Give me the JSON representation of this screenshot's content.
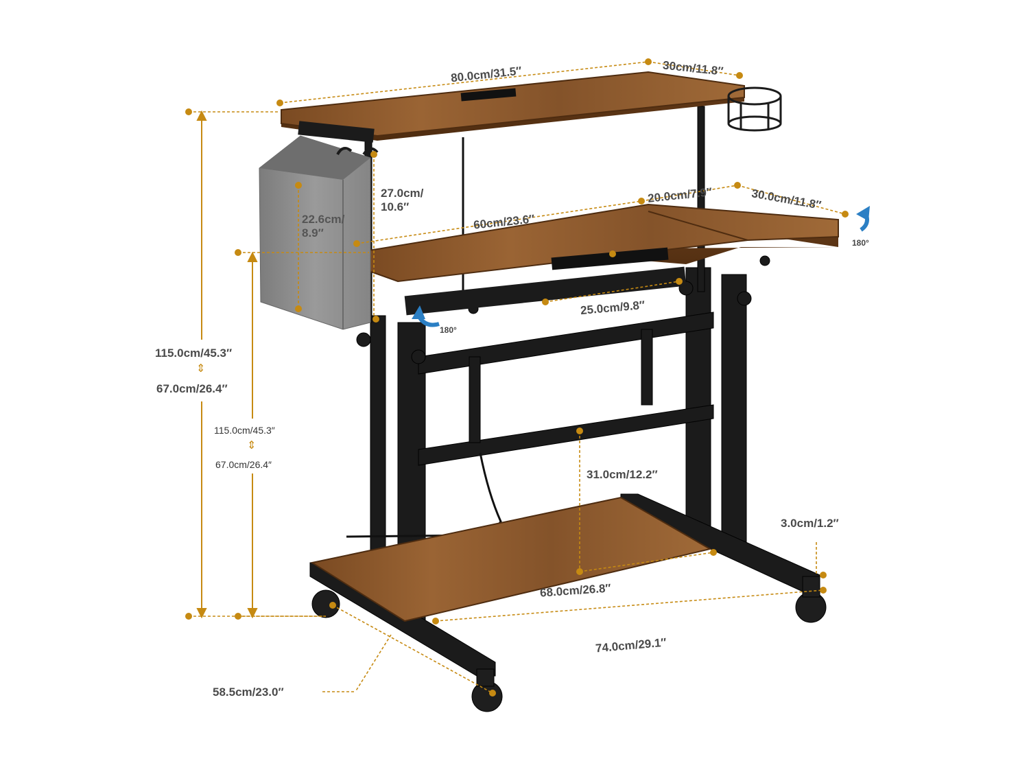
{
  "dimensions": {
    "top_width": "80.0cm/31.5″",
    "top_depth": "30cm/11.8″",
    "total_height_max": "115.0cm/45.3″",
    "total_height_min": "67.0cm/26.4″",
    "shelf_gap": "27.0cm/\n10.6″",
    "bag_height": "22.6cm/\n8.9″",
    "main_desk_width": "60cm/23.6″",
    "side_desk_width": "20.0cm/7.9″",
    "side_desk_depth": "30.0cm/11.8″",
    "desk_depth": "25.0cm/9.8″",
    "desk_height_max": "115.0cm/45.3″",
    "desk_height_min": "67.0cm/26.4″",
    "bottom_clearance": "31.0cm/12.2″",
    "caster_height": "3.0cm/1.2″",
    "bottom_shelf_width": "68.0cm/26.8″",
    "base_width": "74.0cm/29.1″",
    "base_depth": "58.5cm/23.0″"
  },
  "rotation": {
    "right_label": "180°",
    "left_label": "180°"
  },
  "colors": {
    "accent": "#c68a12",
    "wood": "#8b5a2b",
    "frame": "#1a1a1a",
    "bag": "#8e8e8e"
  },
  "icons": {
    "rotate": "rotate-arrow-icon",
    "updown": "up-down-arrow-icon"
  }
}
